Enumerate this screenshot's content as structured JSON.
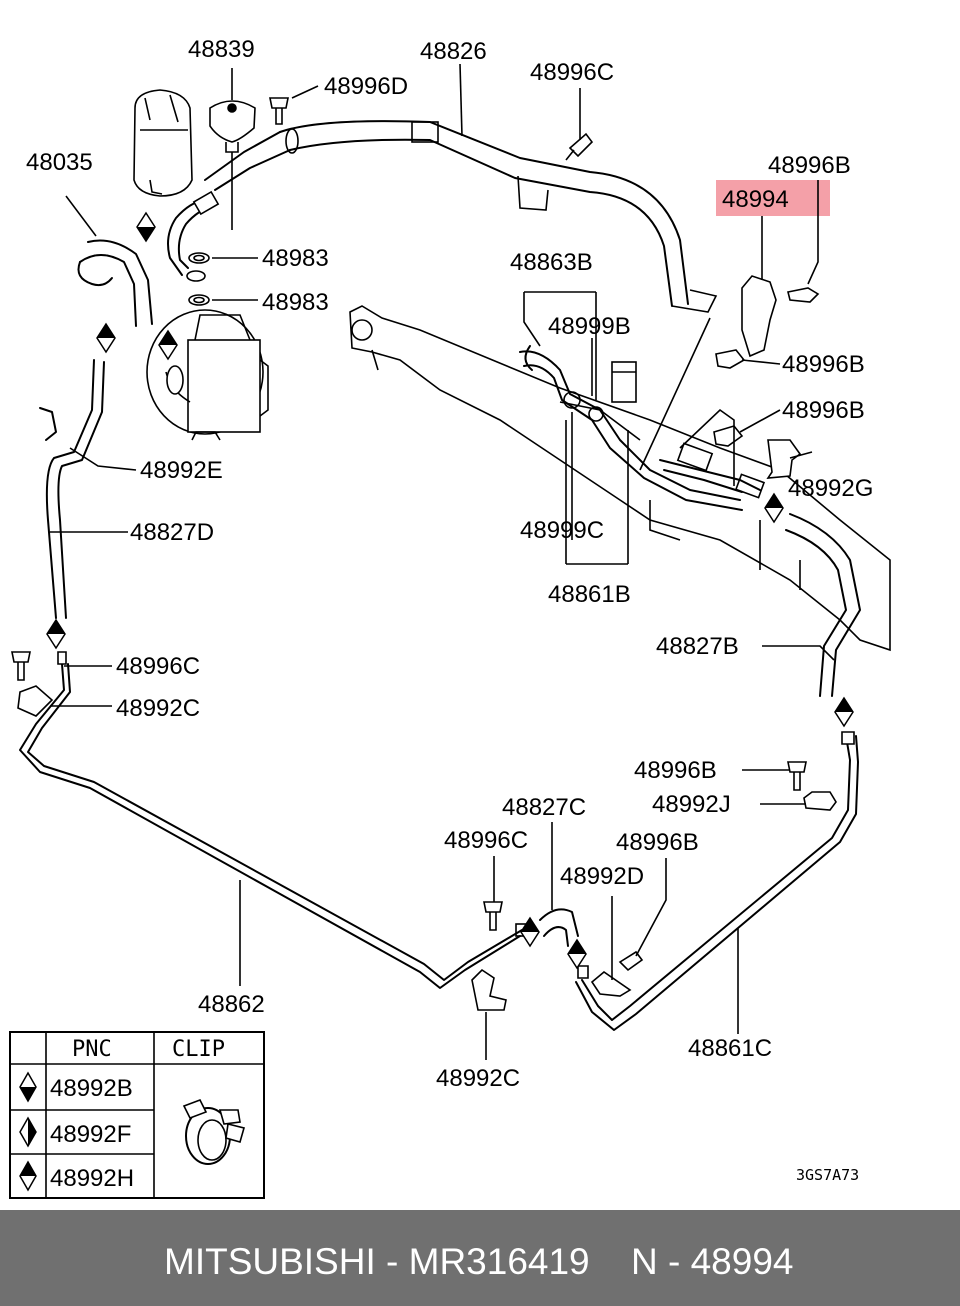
{
  "labels": {
    "l48839": "48839",
    "l48826": "48826",
    "l48996C_top": "48996C",
    "l48996D": "48996D",
    "l48035": "48035",
    "l48996B_top": "48996B",
    "l48994": "48994",
    "l48983_a": "48983",
    "l48983_b": "48983",
    "l48863B": "48863B",
    "l48999B": "48999B",
    "l48996B_2": "48996B",
    "l48996B_3": "48996B",
    "l48992E": "48992E",
    "l48992G": "48992G",
    "l48827D": "48827D",
    "l48999C": "48999C",
    "l48861B": "48861B",
    "l48827B": "48827B",
    "l48996C_left": "48996C",
    "l48992C_left": "48992C",
    "l48996B_4": "48996B",
    "l48827C": "48827C",
    "l48992J": "48992J",
    "l48996C_mid": "48996C",
    "l48996B_5": "48996B",
    "l48992D": "48992D",
    "l48862": "48862",
    "l48861C": "48861C",
    "l48992C_bottom": "48992C"
  },
  "legend": {
    "col_pnc": "PNC",
    "col_clip": "CLIP",
    "rows": [
      "48992B",
      "48992F",
      "48992H"
    ]
  },
  "drawing_code": "3GS7A73",
  "highlight_color": "#f4a0a8",
  "footer": {
    "brand_part": "MITSUBISHI - MR316419",
    "pnc": "N - 48994"
  }
}
